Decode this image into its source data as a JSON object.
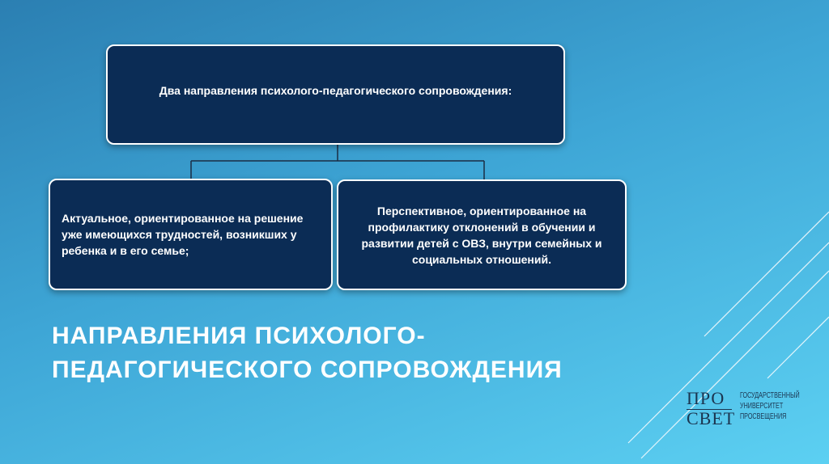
{
  "diagram": {
    "root": {
      "text": "Два направления психолого-педагогического сопровождения:"
    },
    "left": {
      "text": "Актуальное, ориентированное на решение уже имеющихся трудностей, возникших у ребенка и в его семье;"
    },
    "right": {
      "text": "Перспективное, ориентированное на профилактику отклонений в обучении и развитии детей с ОВЗ, внутри семейных и социальных отношений."
    }
  },
  "title": {
    "line1": "НАПРАВЛЕНИЯ ПСИХОЛОГО-",
    "line2": "ПЕДАГОГИЧЕСКОГО СОПРОВОЖДЕНИЯ"
  },
  "logo": {
    "big_line1": "ПРО",
    "big_line2": "СВЕТ",
    "small_line1": "ГОСУДАРСТВЕННЫЙ",
    "small_line2": "УНИВЕРСИТЕТ",
    "small_line3": "ПРОСВЕЩЕНИЯ"
  },
  "colors": {
    "box_fill": "#0b2c55",
    "box_border": "#ffffff",
    "background_start": "#2b7fb2",
    "background_end": "#5cd0f2"
  }
}
